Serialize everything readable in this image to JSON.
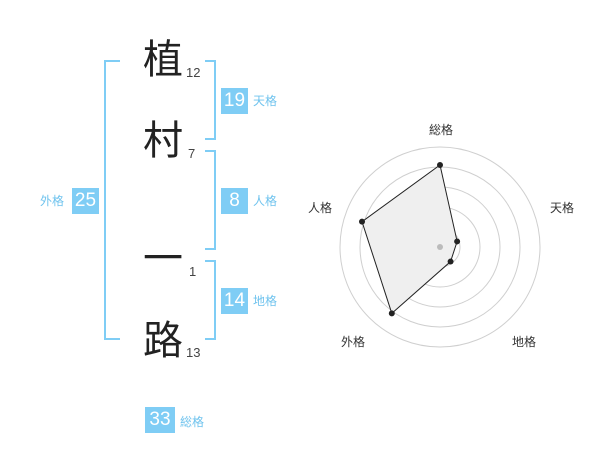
{
  "name": {
    "chars": [
      {
        "char": "植",
        "strokes": "12"
      },
      {
        "char": "村",
        "strokes": "7"
      },
      {
        "char": "一",
        "strokes": "1"
      },
      {
        "char": "路",
        "strokes": "13"
      }
    ]
  },
  "scores": {
    "tenkaku": {
      "value": "19",
      "label": "天格"
    },
    "jinkaku": {
      "value": "8",
      "label": "人格"
    },
    "chikaku": {
      "value": "14",
      "label": "地格"
    },
    "gaikaku": {
      "value": "25",
      "label": "外格"
    },
    "soukaku": {
      "value": "33",
      "label": "総格"
    }
  },
  "radar": {
    "axes": [
      "総格",
      "天格",
      "地格",
      "外格",
      "人格"
    ],
    "values": [
      0.82,
      0.18,
      0.18,
      0.82,
      0.82
    ],
    "colors": {
      "fill": "#efefef",
      "stroke": "#222222",
      "grid": "#cfcfcf",
      "center": "#bbbbbb"
    }
  }
}
